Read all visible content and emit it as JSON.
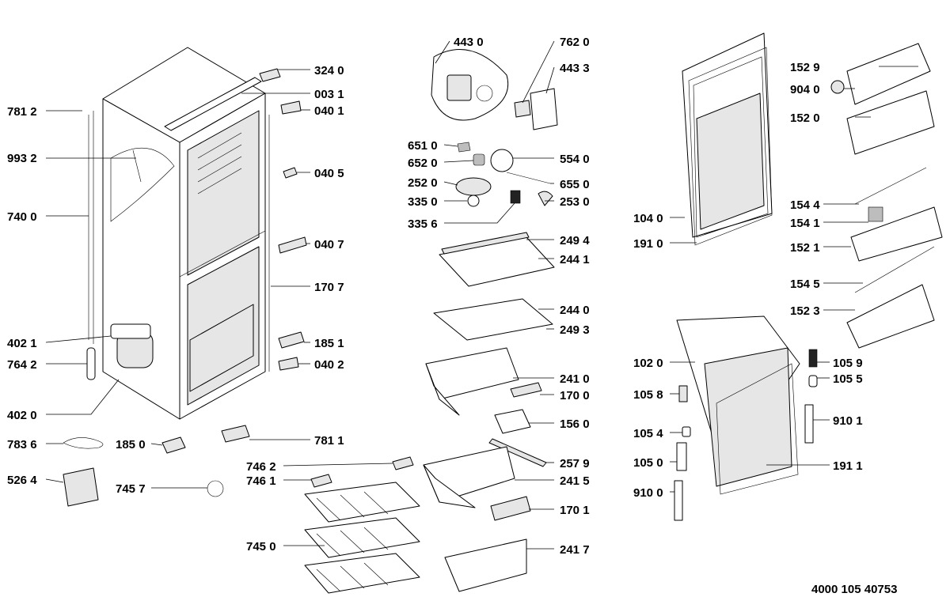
{
  "document_number": "4000 105 40753",
  "parts": [
    {
      "code": "781 2"
    },
    {
      "code": "993 2"
    },
    {
      "code": "740 0"
    },
    {
      "code": "402 1"
    },
    {
      "code": "764 2"
    },
    {
      "code": "402 0"
    },
    {
      "code": "783 6"
    },
    {
      "code": "185 0"
    },
    {
      "code": "526 4"
    },
    {
      "code": "745 7"
    },
    {
      "code": "324 0"
    },
    {
      "code": "003 1"
    },
    {
      "code": "040 1"
    },
    {
      "code": "040 5"
    },
    {
      "code": "040 7"
    },
    {
      "code": "170 7"
    },
    {
      "code": "185 1"
    },
    {
      "code": "040 2"
    },
    {
      "code": "781 1"
    },
    {
      "code": "746 2"
    },
    {
      "code": "746 1"
    },
    {
      "code": "745 0"
    },
    {
      "code": "443 0"
    },
    {
      "code": "762 0"
    },
    {
      "code": "443 3"
    },
    {
      "code": "651 0"
    },
    {
      "code": "652 0"
    },
    {
      "code": "554 0"
    },
    {
      "code": "252 0"
    },
    {
      "code": "655 0"
    },
    {
      "code": "335 0"
    },
    {
      "code": "253 0"
    },
    {
      "code": "335 6"
    },
    {
      "code": "249 4"
    },
    {
      "code": "244 1"
    },
    {
      "code": "244 0"
    },
    {
      "code": "249 3"
    },
    {
      "code": "241 0"
    },
    {
      "code": "170 0"
    },
    {
      "code": "156 0"
    },
    {
      "code": "257 9"
    },
    {
      "code": "241 5"
    },
    {
      "code": "170 1"
    },
    {
      "code": "241 7"
    },
    {
      "code": "152 9"
    },
    {
      "code": "904 0"
    },
    {
      "code": "152 0"
    },
    {
      "code": "154 4"
    },
    {
      "code": "154 1"
    },
    {
      "code": "152 1"
    },
    {
      "code": "154 5"
    },
    {
      "code": "152 3"
    },
    {
      "code": "104 0"
    },
    {
      "code": "191 0"
    },
    {
      "code": "102 0"
    },
    {
      "code": "105 8"
    },
    {
      "code": "105 4"
    },
    {
      "code": "105 0"
    },
    {
      "code": "910 0"
    },
    {
      "code": "105 9"
    },
    {
      "code": "105 5"
    },
    {
      "code": "910 1"
    },
    {
      "code": "191 1"
    }
  ]
}
